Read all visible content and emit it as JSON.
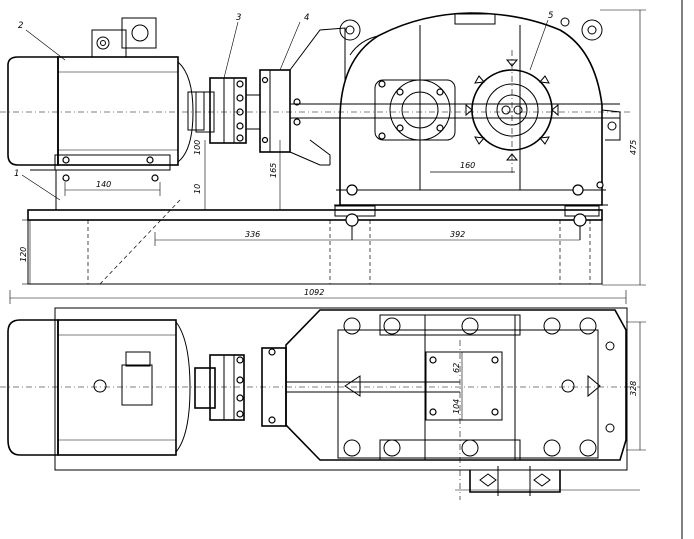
{
  "position_labels": [
    "1",
    "2",
    "3",
    "4",
    "5"
  ],
  "dimensions": {
    "d_140": "140",
    "d_100": "100",
    "d_10": "10",
    "d_165": "165",
    "d_160": "160",
    "d_475": "475",
    "d_336": "336",
    "d_392": "392",
    "d_120": "120",
    "d_1092": "1092",
    "d_62": "62",
    "d_104": "104",
    "d_328": "328"
  }
}
